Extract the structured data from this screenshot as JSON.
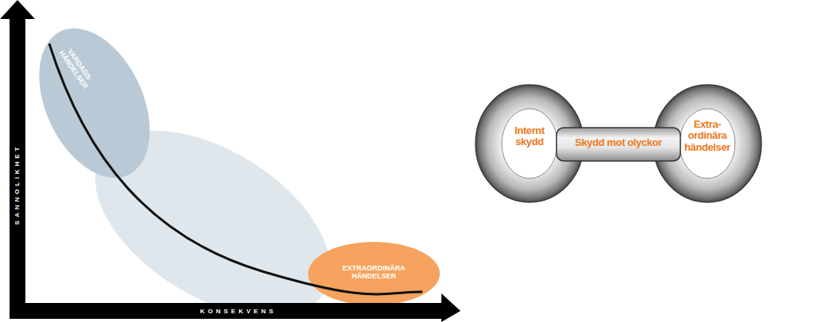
{
  "diagram": {
    "nodes": [
      {
        "text": [
          "VARDAGS- HÄNDELSER"
        ]
      },
      {
        "text": [
          "EXTRAORDINÄRA HÄNDELSER"
        ]
      },
      {
        "text": [
          "Internt skydd"
        ]
      },
      {
        "text": [
          "Skydd mot olyckor"
        ]
      },
      {
        "text": [
          "Extra- ordinära händelser"
        ]
      }
    ],
    "labels": [
      "SANNOLIKHET",
      "KONSEKVENS"
    ]
  }
}
